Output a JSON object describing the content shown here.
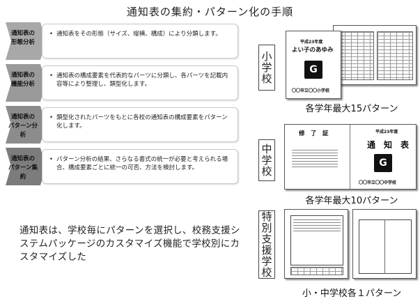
{
  "title": "通知表の集約・パターン化の手順",
  "steps": [
    {
      "label_line1": "通知表の",
      "label_line2": "形態分析",
      "text": "通知表をその形態（サイズ、縦横、構成）により分類します。",
      "shade": "#a8a8a8"
    },
    {
      "label_line1": "通知表の",
      "label_line2": "機能分析",
      "text": "通知表の構成要素を代表的なパーツに分類し、各パーツを記載内容等により整理し、類型化します。",
      "shade": "#9a9a9a"
    },
    {
      "label_line1": "通知表の",
      "label_line2": "パターン分析",
      "text": "類型化されたパーツをもとに各校の通知表の構成要素をパターン化します。",
      "shade": "#8c8c8c"
    },
    {
      "label_line1": "通知表の",
      "label_line2": "パターン集約",
      "text": "パターン分析の結果、さらなる書式の統一が必要と考えられる場合、構成要素ごとに統一の可否、方法を検討します。",
      "shade": "#7c7c7c"
    }
  ],
  "bullet": "•",
  "note": "通知表は、学校毎にパターンを選択し、校務支援システムパッケージのカスタマイズ機能で学校別にカスタマイズした",
  "schools": [
    {
      "label": "小学校",
      "caption": "各学年最大15パターン",
      "cover_small": "平成23年度",
      "cover_title": "よい子のあゆみ",
      "cover_bottom": "〇〇市立〇〇小学校"
    },
    {
      "label": "中学校",
      "caption": "各学年最大10パターン",
      "cover_small": "平成23年度",
      "cover_title": "通　知　表",
      "cover_bottom": "〇〇市立〇〇中学校",
      "back_title": "修　了　証"
    },
    {
      "label": "特別支援学校",
      "caption": "小・中学校各１パターン"
    }
  ]
}
